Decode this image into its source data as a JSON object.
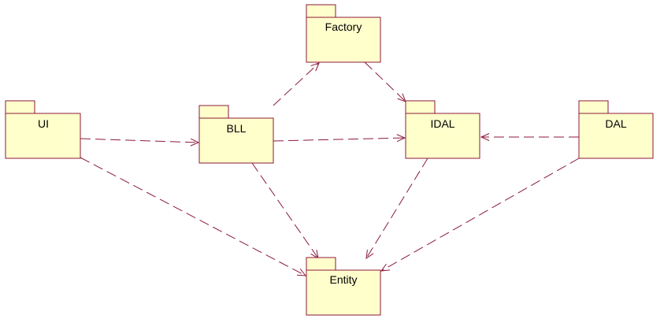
{
  "diagram": {
    "packages": [
      {
        "id": "factory",
        "name": "Factory"
      },
      {
        "id": "ui",
        "name": "UI"
      },
      {
        "id": "bll",
        "name": "BLL"
      },
      {
        "id": "idal",
        "name": "IDAL"
      },
      {
        "id": "dal",
        "name": "DAL"
      },
      {
        "id": "entity",
        "name": "Entity"
      }
    ],
    "dependencies": [
      {
        "from": "ui",
        "to": "bll"
      },
      {
        "from": "ui",
        "to": "entity"
      },
      {
        "from": "bll",
        "to": "factory"
      },
      {
        "from": "bll",
        "to": "idal"
      },
      {
        "from": "bll",
        "to": "entity"
      },
      {
        "from": "factory",
        "to": "idal"
      },
      {
        "from": "dal",
        "to": "idal"
      },
      {
        "from": "idal",
        "to": "entity"
      },
      {
        "from": "dal",
        "to": "entity"
      }
    ],
    "colors": {
      "fill": "#ffffcc",
      "stroke": "#8b1a3a"
    }
  }
}
